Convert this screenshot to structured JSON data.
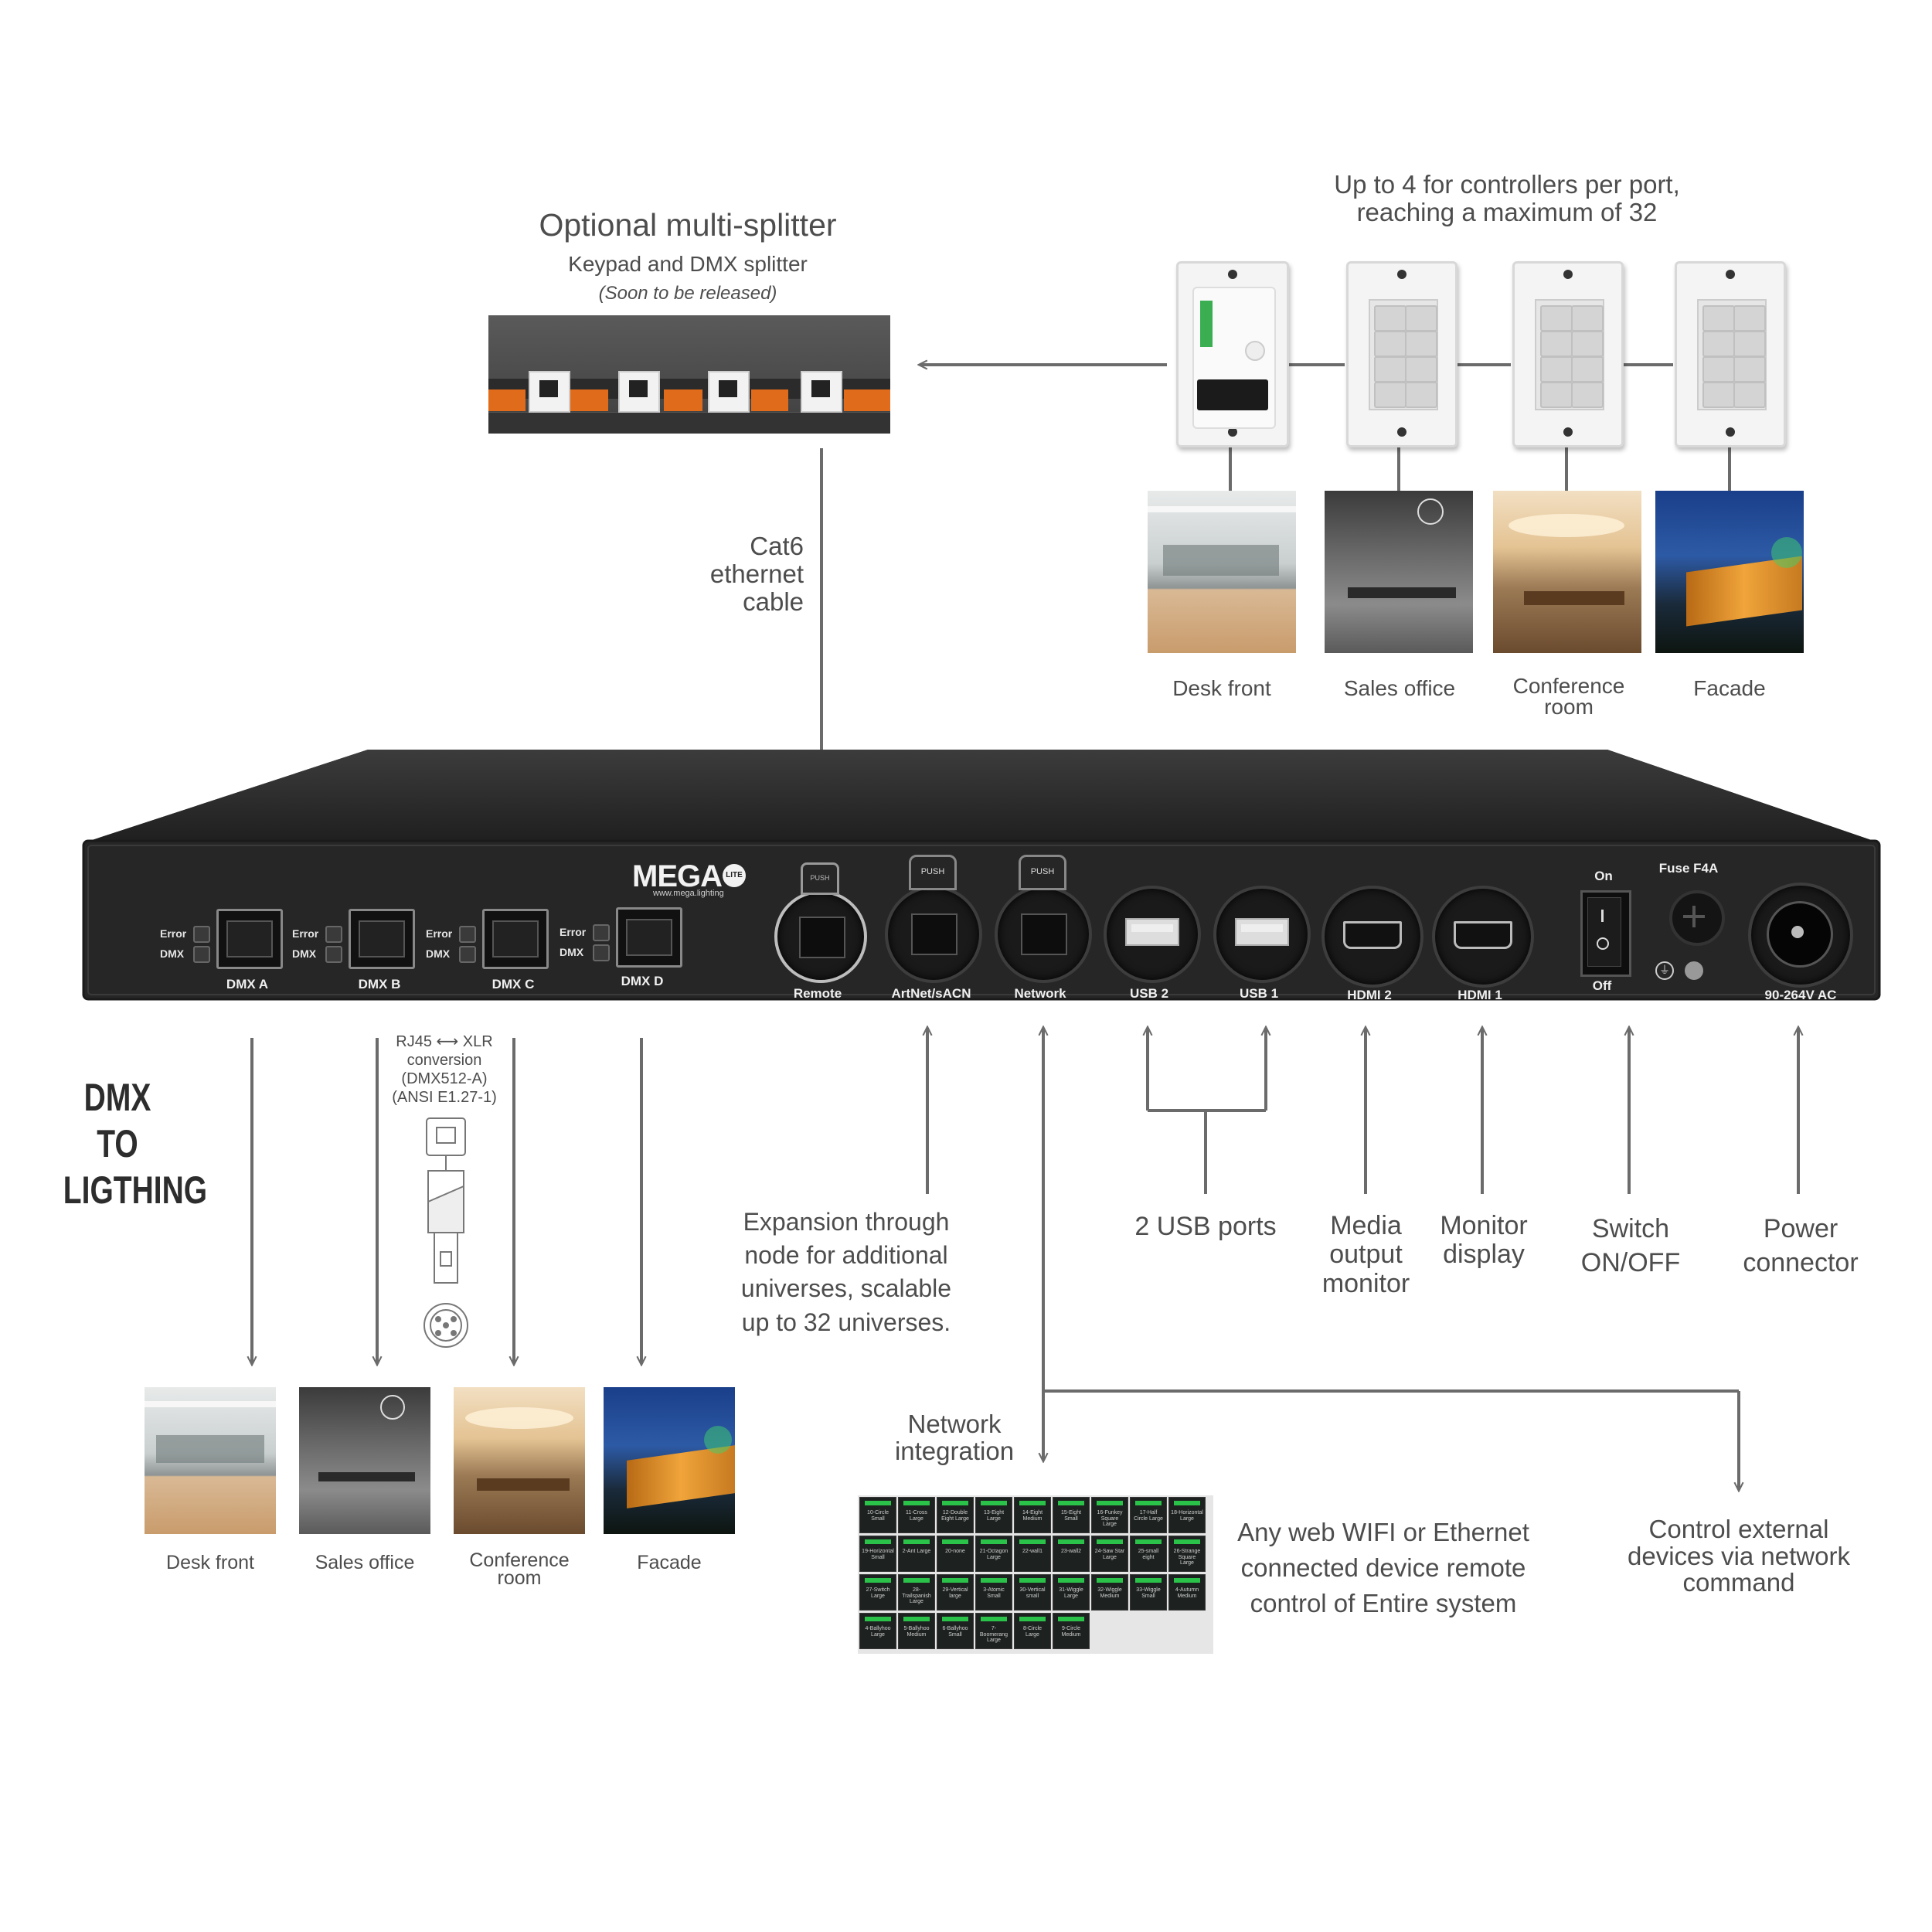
{
  "splitter": {
    "title": "Optional multi-splitter",
    "subtitle": "Keypad and DMX splitter",
    "note": "(Soon to be released)"
  },
  "controllers": {
    "caption_line1": "Up to 4 for controllers per port,",
    "caption_line2": "reaching a maximum of 32"
  },
  "cable_label": [
    "Cat6",
    "ethernet",
    "cable"
  ],
  "top_locations": [
    "Desk front",
    "Sales office",
    "Conference room",
    "Facade"
  ],
  "device": {
    "logo": "MEGA",
    "logo_badge": "LITE",
    "logo_sub": "www.mega.lighting",
    "led_labels": [
      "Error",
      "DMX"
    ],
    "dmx_ports": [
      "DMX A",
      "DMX B",
      "DMX C",
      "DMX D"
    ],
    "push_label": "PUSH",
    "ports": [
      "Remote",
      "ArtNet/sACN",
      "Network",
      "USB 2",
      "USB 1",
      "HDMI 2",
      "HDMI 1"
    ],
    "switch_on": "On",
    "switch_off": "Off",
    "fuse": "Fuse F4A",
    "power": "90-264V AC"
  },
  "dmx_title": [
    "DMX TO",
    "LIGTHING"
  ],
  "conversion": [
    "RJ45 ⟷ XLR",
    "conversion",
    "(DMX512-A)",
    "(ANSI E1.27-1)"
  ],
  "bottom_locations": [
    "Desk front",
    "Sales office",
    "Conference room",
    "Facade"
  ],
  "callouts": {
    "expansion": [
      "Expansion through",
      "node for additional",
      "universes, scalable",
      "up to 32 universes."
    ],
    "usb": "2 USB ports",
    "media": [
      "Media",
      "output",
      "monitor"
    ],
    "monitor": [
      "Monitor",
      "display"
    ],
    "switch": [
      "Switch",
      "ON/OFF"
    ],
    "power": [
      "Power",
      "connector"
    ],
    "network": [
      "Network",
      "integration"
    ],
    "web": [
      "Any web WIFI or Ethernet",
      "connected device remote",
      "control of Entire system"
    ],
    "external": [
      "Control external",
      "devices via network",
      "command"
    ]
  },
  "web_buttons": [
    "10-Circle Small",
    "11-Cross Large",
    "12-Double Eight Large",
    "13-Eight Large",
    "14-Eight Medium",
    "15-Eight Small",
    "16-Funkey Square Large",
    "17-Half Circle Large",
    "18-Horizontal Large",
    "19-Horizontal Small",
    "2-Ant Large",
    "20-none",
    "21-Octagon Large",
    "22-wall1",
    "23-wall2",
    "24-Saw Star Large",
    "25-small eight",
    "26-Strange Square Large",
    "27-Switch Large",
    "28-Trailspanish Large",
    "29-Vertical large",
    "3-Atomic Small",
    "30-Vertical small",
    "31-Wiggle Large",
    "32-Wiggle Medium",
    "33-Wiggle Small",
    "4-Autumn Medium",
    "4-Ballyhoo Large",
    "5-Ballyhoo Medium",
    "6-Ballyhoo Small",
    "7-Boomerang Large",
    "8-Circle Large",
    "9-Circle Medium"
  ]
}
